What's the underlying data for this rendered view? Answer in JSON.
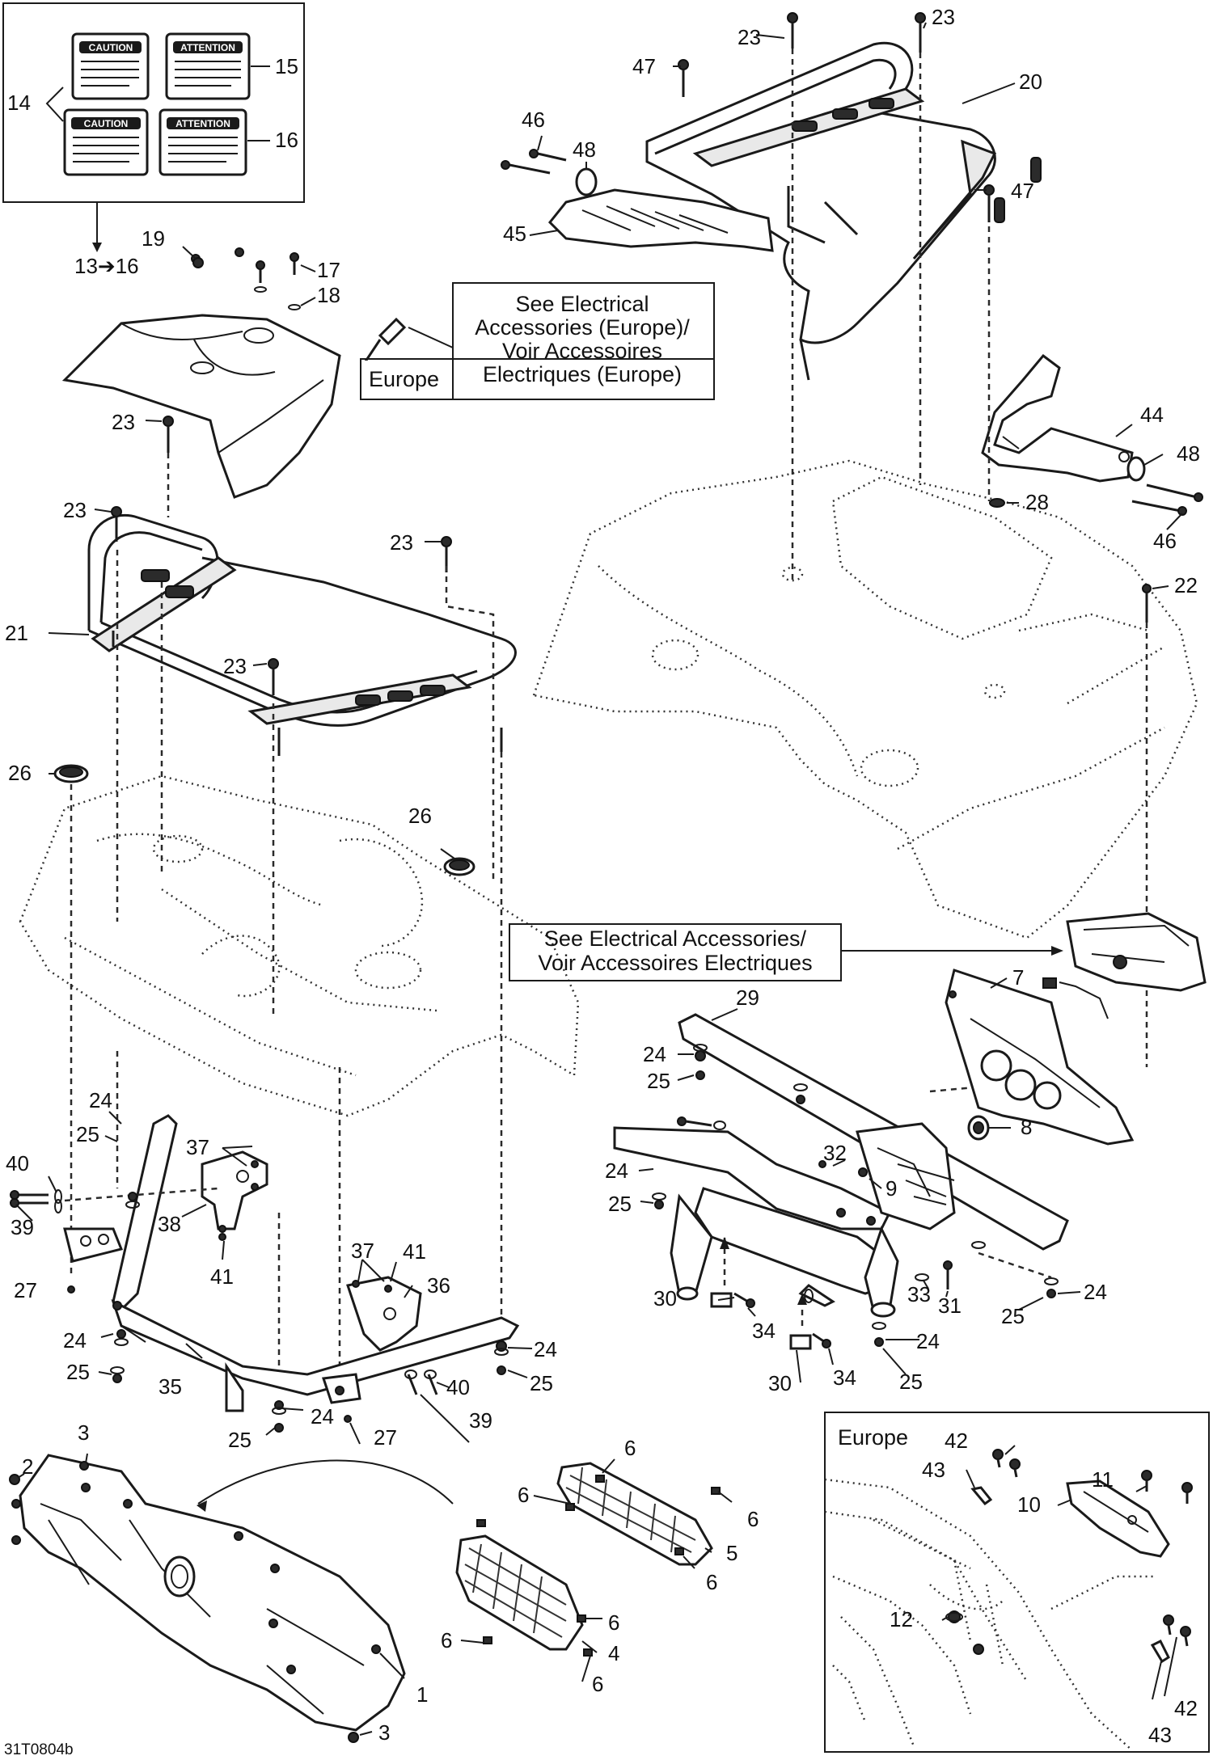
{
  "decals": {
    "caution": "CAUTION",
    "attention": "ATTENTION"
  },
  "callouts": {
    "europe_label": "Europe",
    "europe_elec": [
      "See Electrical",
      "Accessories (Europe)/",
      "Voir Accessoires",
      "Electriques (Europe)"
    ],
    "elec": [
      "See Electrical Accessories/",
      "Voir Accessoires Electriques"
    ],
    "europe_inset": "Europe"
  },
  "range_label": "13➔16",
  "drawing_code": "31T0804b",
  "labels": {
    "n14": "14",
    "n15": "15",
    "n16": "16",
    "n19": "19",
    "n17": "17",
    "n18": "18",
    "n23a": "23",
    "n23b": "23",
    "n23c": "23",
    "n23d": "23",
    "n23e": "23",
    "n23f": "23",
    "n47a": "47",
    "n47b": "47",
    "n20": "20",
    "n46a": "46",
    "n46b": "46",
    "n48a": "48",
    "n48b": "48",
    "n45": "45",
    "n44": "44",
    "n28": "28",
    "n22": "22",
    "n21": "21",
    "n26a": "26",
    "n26b": "26",
    "n29": "29",
    "n7": "7",
    "n8": "8",
    "n9": "9",
    "n32": "32",
    "n24a": "24",
    "n24b": "24",
    "n24c": "24",
    "n24d": "24",
    "n24e": "24",
    "n24f": "24",
    "n24g": "24",
    "n24h": "24",
    "n25a": "25",
    "n25b": "25",
    "n25c": "25",
    "n25d": "25",
    "n25e": "25",
    "n25f": "25",
    "n25g": "25",
    "n25h": "25",
    "n40a": "40",
    "n40b": "40",
    "n39a": "39",
    "n39b": "39",
    "n37a": "37",
    "n37b": "37",
    "n38": "38",
    "n41a": "41",
    "n41b": "41",
    "n36": "36",
    "n27a": "27",
    "n27b": "27",
    "n35": "35",
    "n30a": "30",
    "n30b": "30",
    "n34a": "34",
    "n34b": "34",
    "n33": "33",
    "n31": "31",
    "n2": "2",
    "n3a": "3",
    "n3b": "3",
    "n1": "1",
    "n6a": "6",
    "n6b": "6",
    "n6c": "6",
    "n6d": "6",
    "n6e": "6",
    "n6f": "6",
    "n6g": "6",
    "n5": "5",
    "n4": "4",
    "n42a": "42",
    "n42b": "42",
    "n43a": "43",
    "n43b": "43",
    "n11": "11",
    "n10": "10",
    "n12": "12"
  }
}
